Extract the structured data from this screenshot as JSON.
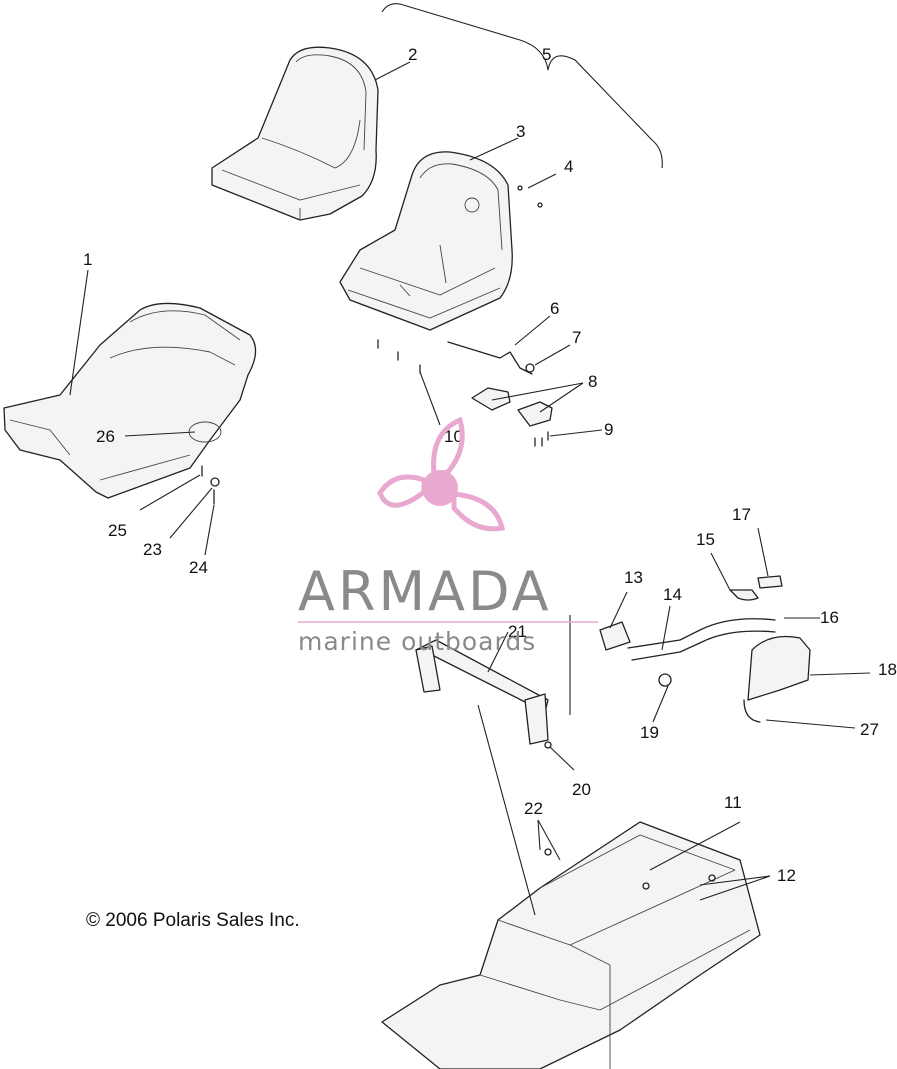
{
  "callouts": [
    {
      "num": "1"
    },
    {
      "num": "2"
    },
    {
      "num": "3"
    },
    {
      "num": "4"
    },
    {
      "num": "5"
    },
    {
      "num": "6"
    },
    {
      "num": "7"
    },
    {
      "num": "8"
    },
    {
      "num": "9"
    },
    {
      "num": "10"
    },
    {
      "num": "11"
    },
    {
      "num": "12"
    },
    {
      "num": "13"
    },
    {
      "num": "14"
    },
    {
      "num": "15"
    },
    {
      "num": "16"
    },
    {
      "num": "17"
    },
    {
      "num": "18"
    },
    {
      "num": "19"
    },
    {
      "num": "20"
    },
    {
      "num": "21"
    },
    {
      "num": "22"
    },
    {
      "num": "23"
    },
    {
      "num": "24"
    },
    {
      "num": "25"
    },
    {
      "num": "26"
    },
    {
      "num": "27"
    }
  ],
  "copyright": "© 2006 Polaris Sales Inc.",
  "watermark": {
    "title": "ARMADA",
    "subtitle": "marine outboards",
    "logo_color": "#e8a8d0",
    "text_color": "#8a8a8a"
  }
}
